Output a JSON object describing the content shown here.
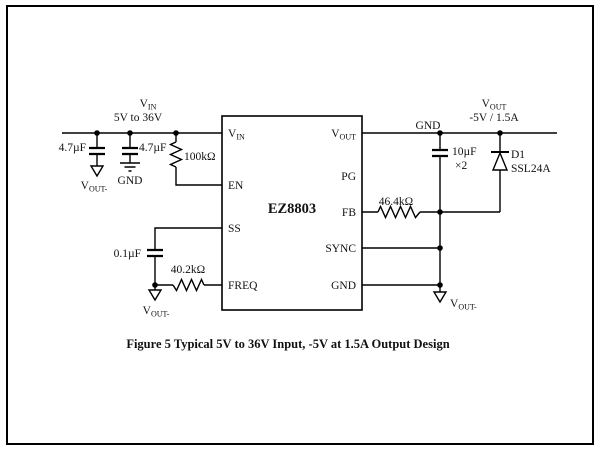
{
  "caption": "Figure 5 Typical 5V to 36V Input, -5V at 1.5A Output Design",
  "input": {
    "vin": {
      "base": "V",
      "sub": "IN"
    },
    "range": "5V to 36V",
    "cap1_value": "4.7µF",
    "cap1_node": {
      "base": "V",
      "sub": "OUT-"
    },
    "cap2_value": "4.7µF",
    "cap2_node": "GND",
    "en_resistor": "100kΩ"
  },
  "ic": {
    "name": "EZ8803",
    "pin_vin": {
      "base": "V",
      "sub": "IN"
    },
    "pin_en": "EN",
    "pin_ss": "SS",
    "pin_freq": "FREQ",
    "pin_vout": {
      "base": "V",
      "sub": "OUT"
    },
    "pin_pg": "PG",
    "pin_fb": "FB",
    "pin_sync": "SYNC",
    "pin_gnd": "GND"
  },
  "left": {
    "ss_cap": "0.1µF",
    "freq_resistor": "40.2kΩ",
    "freq_node": {
      "base": "V",
      "sub": "OUT-"
    }
  },
  "output": {
    "gnd": "GND",
    "vout": {
      "base": "V",
      "sub": "OUT"
    },
    "rating": "-5V / 1.5A",
    "cout_value": "10µF",
    "cout_mult": "×2",
    "fb_resistor": "46.4kΩ",
    "diode_ref": "D1",
    "diode_part": "SSL24A",
    "neg_node": {
      "base": "V",
      "sub": "OUT-"
    }
  }
}
